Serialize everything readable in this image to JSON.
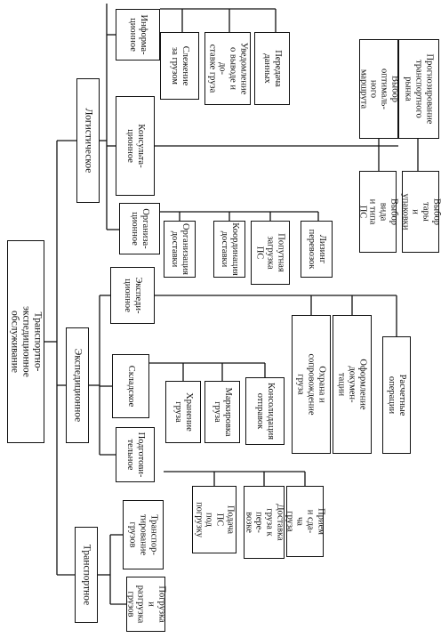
{
  "diagram": {
    "root": "Транспортно-экспедиционное\nобслуживание",
    "branches": {
      "transport": "Транспортное",
      "forwarding": "Экспедиционное",
      "logistics": "Логистическое"
    },
    "transport": {
      "loading": "Погрузка\nи разгрузка\nгрузов",
      "shipping": "Транспор-\nтирование\nгрузов",
      "shipping_children": [
        "Подача ПС\nпод погрузку",
        "Доставка\nгруза к пере-\nвозке",
        "Прием и сда-\nча груза"
      ]
    },
    "forwarding": {
      "preparatory": "Подготови-\nтельное",
      "warehouse": "Складское",
      "expedition": "Экспеди-\nционное",
      "warehouse_children": [
        "Хранение\nгруза",
        "Маркировка\nгруза",
        "Консолидация\nотправок"
      ],
      "expedition_children": [
        "Охрана и сопровождение\nгруза",
        "Оформление докумен-\nтации",
        "Расчетные операции"
      ]
    },
    "logistics": {
      "organizational": "Организа-\nционное",
      "consulting": "Консульта-\nционное",
      "informational": "Информа-\nционное",
      "organizational_children": [
        "Организация\nдоставки",
        "Координация\nдоставки",
        "Попутная\nзагрузка\nПС",
        "Лизинг\nперевозок"
      ],
      "informational_children": [
        "Слежение\nза грузом",
        "Уведомление\nо выводе и до-\nставке груза",
        "Передача\nданных"
      ],
      "consulting_children": [
        "Выбор оптималь-\nного маршрута",
        "Прогнозирование\nтранспортного\nрынка",
        "Выбор вида\nи типа ПС",
        "Выбор тары\nи упаковки"
      ]
    }
  }
}
